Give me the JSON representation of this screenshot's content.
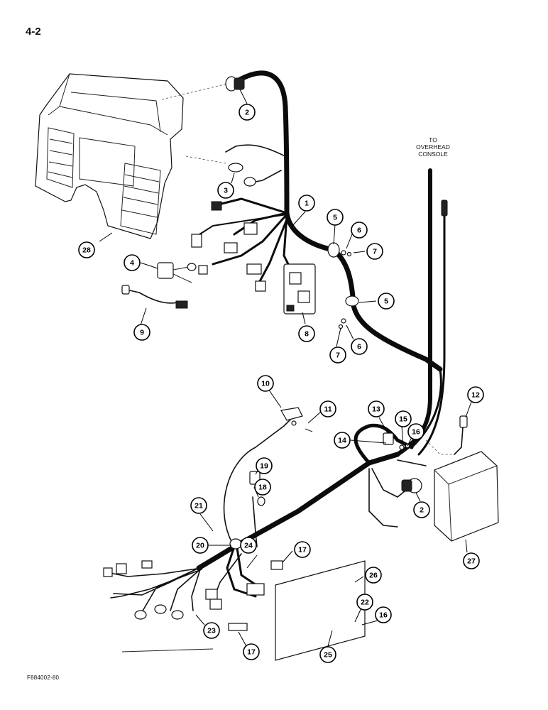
{
  "page": {
    "number": "4-2",
    "figure_code": "F884002-80"
  },
  "note": {
    "lines": [
      "TO",
      "OVERHEAD",
      "CONSOLE"
    ]
  },
  "callouts": [
    {
      "id": "c-2a",
      "label": "2"
    },
    {
      "id": "c-3",
      "label": "3"
    },
    {
      "id": "c-1",
      "label": "1"
    },
    {
      "id": "c-5a",
      "label": "5"
    },
    {
      "id": "c-6a",
      "label": "6"
    },
    {
      "id": "c-7a",
      "label": "7"
    },
    {
      "id": "c-28",
      "label": "28"
    },
    {
      "id": "c-4",
      "label": "4"
    },
    {
      "id": "c-9",
      "label": "9"
    },
    {
      "id": "c-8",
      "label": "8"
    },
    {
      "id": "c-5b",
      "label": "5"
    },
    {
      "id": "c-7b",
      "label": "7"
    },
    {
      "id": "c-6b",
      "label": "6"
    },
    {
      "id": "c-10",
      "label": "10"
    },
    {
      "id": "c-11",
      "label": "11"
    },
    {
      "id": "c-12",
      "label": "12"
    },
    {
      "id": "c-13",
      "label": "13"
    },
    {
      "id": "c-15",
      "label": "15"
    },
    {
      "id": "c-16a",
      "label": "16"
    },
    {
      "id": "c-14",
      "label": "14"
    },
    {
      "id": "c-19",
      "label": "19"
    },
    {
      "id": "c-18",
      "label": "18"
    },
    {
      "id": "c-2b",
      "label": "2"
    },
    {
      "id": "c-21",
      "label": "21"
    },
    {
      "id": "c-20",
      "label": "20"
    },
    {
      "id": "c-24",
      "label": "24"
    },
    {
      "id": "c-17a",
      "label": "17"
    },
    {
      "id": "c-26",
      "label": "26"
    },
    {
      "id": "c-27",
      "label": "27"
    },
    {
      "id": "c-22",
      "label": "22"
    },
    {
      "id": "c-16b",
      "label": "16"
    },
    {
      "id": "c-23",
      "label": "23"
    },
    {
      "id": "c-25",
      "label": "25"
    },
    {
      "id": "c-17b",
      "label": "17"
    }
  ]
}
